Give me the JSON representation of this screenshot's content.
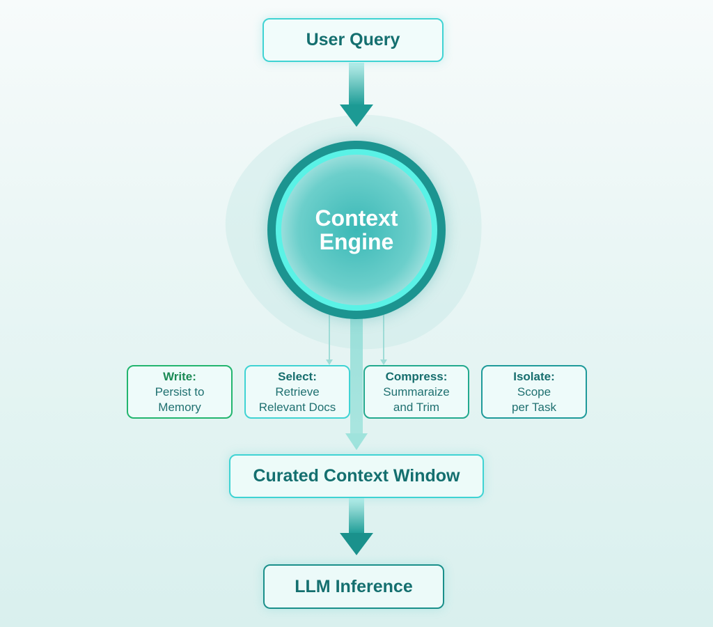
{
  "nodes": {
    "user_query": "User Query",
    "engine_line1": "Context",
    "engine_line2": "Engine",
    "curated": "Curated Context Window",
    "llm": "LLM Inference"
  },
  "operations": [
    {
      "title": "Write:",
      "line1": "Persist to",
      "line2": "Memory",
      "color": "#22b56e"
    },
    {
      "title": "Select:",
      "line1": "Retrieve",
      "line2": "Relevant Docs",
      "color": "#3fd3d3"
    },
    {
      "title": "Compress:",
      "line1": "Summaraize",
      "line2": "and Trim",
      "color": "#22a98e"
    },
    {
      "title": "Isolate:",
      "line1": "Scope",
      "line2": "per Task",
      "color": "#1f9a9a"
    }
  ]
}
